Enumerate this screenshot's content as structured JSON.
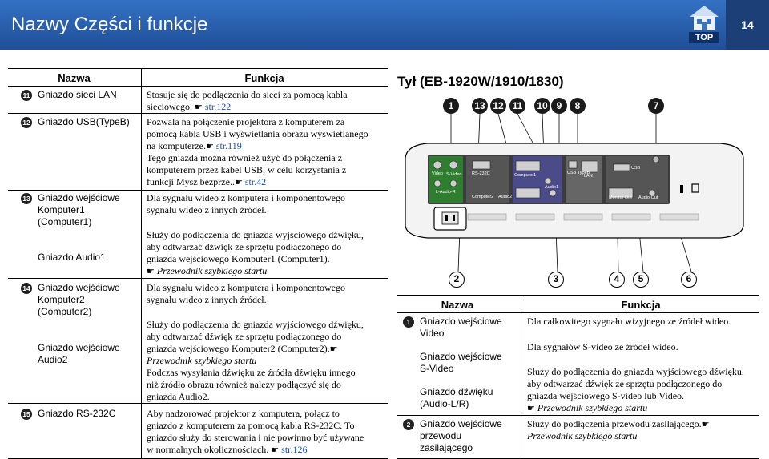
{
  "header": {
    "title": "Nazwy Części i funkcje",
    "page_number": "14",
    "top_label": "TOP"
  },
  "left_table": {
    "header_name": "Nazwa",
    "header_function": "Funkcja",
    "rows": [
      {
        "badge": "11",
        "name": [
          "Gniazdo sieci LAN"
        ],
        "func": [
          {
            "t": "Stosuje się do podłączenia do sieci za pomocą kabla"
          },
          {
            "t": "sieciowego.",
            "ref": "str.122"
          }
        ]
      },
      {
        "badge": "12",
        "name": [
          "Gniazdo USB(TypeB)"
        ],
        "func": [
          {
            "t": "Pozwala na połączenie projektora z komputerem za"
          },
          {
            "t": "pomocą kabla USB i wyświetlania obrazu wyświetlanego"
          },
          {
            "t": "na komputerze.",
            "ref": "str.119"
          },
          {
            "t": "Tego gniazda można również użyć do połączenia z"
          },
          {
            "t": "komputerem przez kabel USB, w celu korzystania z"
          },
          {
            "t": "funkcji Mysz bezprze..",
            "ref": "str.42"
          }
        ]
      },
      {
        "badge": "13",
        "name": [
          "Gniazdo wejściowe",
          "Komputer1",
          "(Computer1)"
        ],
        "func": [
          {
            "t": "Dla sygnału wideo z komputera i komponentowego"
          },
          {
            "t": "sygnału wideo z innych źródeł."
          }
        ]
      },
      {
        "badge": "",
        "name": [
          "Gniazdo Audio1"
        ],
        "func": [
          {
            "t": "Służy do podłączenia do gniazda wyjściowego dźwięku,"
          },
          {
            "t": "aby odtwarzać dźwięk ze sprzętu podłączonego do"
          },
          {
            "t": "gniazda wejściowego Komputer1 (Computer1)."
          },
          {
            "it": "Przewodnik szybkiego startu"
          }
        ]
      },
      {
        "badge": "14",
        "name": [
          "Gniazdo wejściowe",
          "Komputer2",
          "(Computer2)"
        ],
        "func": [
          {
            "t": "Dla sygnału wideo z komputera i komponentowego"
          },
          {
            "t": "sygnału wideo z innych źródeł."
          }
        ]
      },
      {
        "badge": "",
        "name": [
          "Gniazdo wejściowe",
          "Audio2"
        ],
        "func": [
          {
            "t": "Służy do podłączenia do gniazda wyjściowego dźwięku,"
          },
          {
            "t": "aby odtwarzać dźwięk ze sprzętu podłączonego do"
          },
          {
            "t": "gniazda wejściowego Komputer2 (Computer2).",
            "hand": true
          },
          {
            "it": "Przewodnik szybkiego startu"
          },
          {
            "t": "Podczas wysyłania dźwięku ze źródła dźwięku innego"
          },
          {
            "t": "niż źródło obrazu również należy podłączyć się do"
          },
          {
            "t": "gniazda Audio2."
          }
        ]
      },
      {
        "badge": "15",
        "name": [
          "Gniazdo RS-232C"
        ],
        "func": [
          {
            "t": "Aby nadzorować projektor z komputera, połącz to"
          },
          {
            "t": "gniazdo z komputerem za pomocą kabla RS-232C. To"
          },
          {
            "t": "gniazdo służy do sterowania i nie powinno być używane"
          },
          {
            "t": "w normalnych okolicznościach.",
            "ref": "str.126"
          }
        ]
      }
    ]
  },
  "rear": {
    "heading": "Tył (EB-1920W/1910/1830)",
    "callouts_top": [
      "1",
      "13",
      "12",
      "11",
      "10",
      "9",
      "8",
      "7"
    ],
    "callouts_bottom": [
      "2",
      "3",
      "4",
      "5",
      "6"
    ],
    "port_labels": [
      "Video",
      "S-Video",
      "L-Audio-R",
      "RS-232C",
      "Computer1",
      "Audio1",
      "Computer2",
      "Audio2",
      "USB TypeB",
      "LAN",
      "USB",
      "Monitor Out",
      "Audio Out"
    ]
  },
  "right_table": {
    "header_name": "Nazwa",
    "header_function": "Funkcja",
    "rows": [
      {
        "badge": "1",
        "name": [
          "Gniazdo wejściowe",
          "Video"
        ],
        "func": [
          {
            "t": "Dla całkowitego sygnału wizyjnego ze źródeł wideo."
          }
        ]
      },
      {
        "badge": "",
        "name": [
          "Gniazdo wejściowe",
          "S-Video"
        ],
        "func": [
          {
            "t": "Dla sygnałów S-video ze źródeł wideo."
          }
        ]
      },
      {
        "badge": "",
        "name": [
          "Gniazdo dźwięku",
          "(Audio-L/R)"
        ],
        "func": [
          {
            "t": "Służy do podłączenia do gniazda wyjściowego dźwięku,"
          },
          {
            "t": "aby odtwarzać dźwięk ze sprzętu podłączonego do"
          },
          {
            "t": "gniazda wejściowego S-video lub Video."
          },
          {
            "it": "Przewodnik szybkiego startu"
          }
        ]
      },
      {
        "badge": "2",
        "name": [
          "Gniazdo wejściowe",
          "przewodu",
          "zasilającego"
        ],
        "func": [
          {
            "t": "Służy do podłączenia przewodu zasilającego.",
            "hand": true
          },
          {
            "it": "Przewodnik szybkiego startu"
          }
        ]
      }
    ]
  }
}
